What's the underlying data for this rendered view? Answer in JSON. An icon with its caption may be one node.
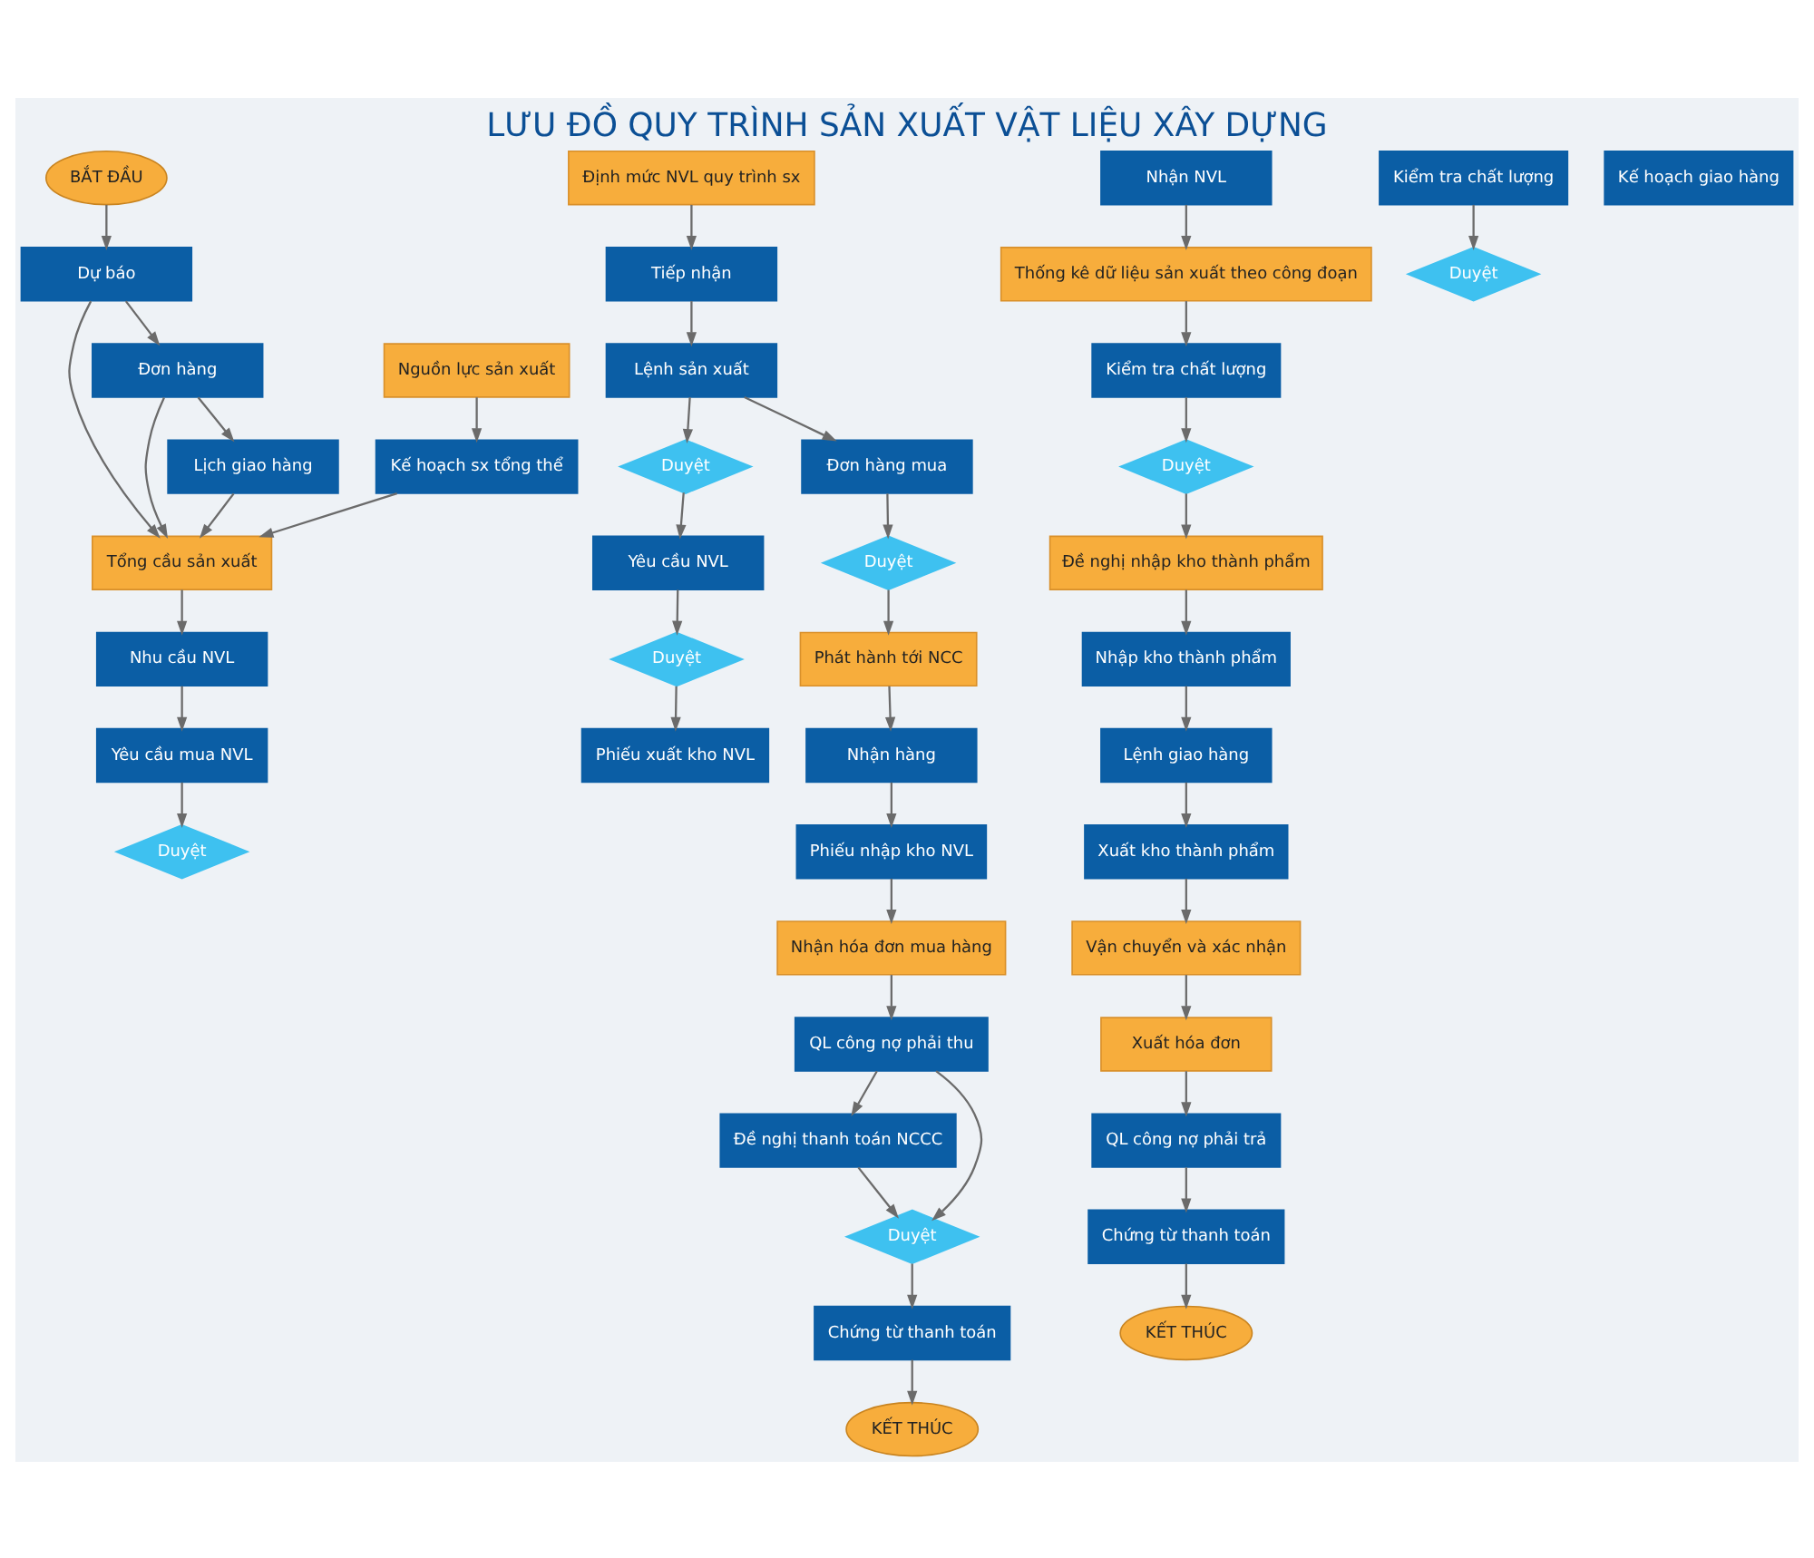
{
  "diagram": {
    "title": "LƯU ĐỒ QUY TRÌNH SẢN XUẤT VẬT LIỆU XÂY DỰNG",
    "nodes": [
      {
        "text": [
          "BẮT ĐẦU"
        ]
      },
      {
        "text": [
          "Nguồn lực sản xuất"
        ]
      },
      {
        "text": [
          "Định mức NVL quy trình sx"
        ]
      },
      {
        "text": [
          "Yêu cầu NVL"
        ]
      },
      {
        "text": [
          "Duyệt"
        ]
      },
      {
        "text": [
          "Phiếu xuất kho NVL"
        ]
      },
      {
        "text": [
          "Kế hoạch sx tổng thể"
        ]
      },
      {
        "text": [
          "Tiếp nhận"
        ]
      },
      {
        "text": [
          "Nhận NVL"
        ]
      },
      {
        "text": [
          "KẾT THÚC"
        ]
      },
      {
        "text": [
          "Dự báo"
        ]
      },
      {
        "text": [
          "Tổng cầu sản xuất"
        ]
      },
      {
        "text": [
          "Lệnh sản xuất"
        ]
      },
      {
        "text": [
          "Duyệt"
        ]
      },
      {
        "text": [
          "Thống kê dữ liệu sản xuất theo công đoạn"
        ]
      },
      {
        "text": [
          "Đơn hàng"
        ]
      },
      {
        "text": [
          "Chứng từ thanh toán"
        ]
      },
      {
        "text": [
          "Nhu cầu NVL"
        ]
      },
      {
        "text": [
          "Đơn hàng mua"
        ]
      },
      {
        "text": [
          "Nhận hàng"
        ]
      },
      {
        "text": [
          "Kiểm tra chất lượng"
        ]
      },
      {
        "text": [
          "Kiểm tra chất lượng"
        ]
      },
      {
        "text": [
          "Lịch giao hàng"
        ]
      },
      {
        "text": [
          "QL công nợ phải trả"
        ]
      },
      {
        "text": [
          "Yêu cầu mua NVL"
        ]
      },
      {
        "text": [
          "Duyệt"
        ]
      },
      {
        "text": [
          "Duyệt"
        ]
      },
      {
        "text": [
          "Duyệt"
        ]
      },
      {
        "text": [
          "Duyệt"
        ]
      },
      {
        "text": [
          "Phát hành tới NCC"
        ]
      },
      {
        "text": [
          "Phiếu nhập kho NVL"
        ]
      },
      {
        "text": [
          "Xuất hóa đơn"
        ]
      },
      {
        "text": [
          "Nhận hóa đơn mua hàng"
        ]
      },
      {
        "text": [
          "Nhập kho thành phẩm"
        ]
      },
      {
        "text": [
          "Đề nghị nhập kho thành phẩm"
        ]
      },
      {
        "text": [
          "Kế hoạch giao hàng"
        ]
      },
      {
        "text": [
          "QL công nợ phải thu"
        ]
      },
      {
        "text": [
          "Đề nghị thanh toán NCCC"
        ]
      },
      {
        "text": [
          "Lệnh giao hàng"
        ]
      },
      {
        "text": [
          "Duyệt"
        ]
      },
      {
        "text": [
          "Xuất kho thành phẩm"
        ]
      },
      {
        "text": [
          "Chứng từ thanh toán"
        ]
      },
      {
        "text": [
          "KẾT THÚC"
        ]
      },
      {
        "text": [
          "Vận chuyển và xác nhận"
        ]
      }
    ],
    "edges": [
      {
        "from": 0,
        "to": 10,
        "arrow": "to"
      },
      {
        "from": 10,
        "to": 15,
        "arrow": "to"
      },
      {
        "from": 15,
        "to": 22,
        "arrow": "to"
      },
      {
        "from": 10,
        "to": 11,
        "arrow": "to"
      },
      {
        "from": 15,
        "to": 11,
        "arrow": "to"
      },
      {
        "from": 22,
        "to": 11,
        "arrow": "to"
      },
      {
        "from": 1,
        "to": 6,
        "arrow": "to"
      },
      {
        "from": 6,
        "to": 11,
        "arrow": "to"
      },
      {
        "from": 11,
        "to": 17,
        "arrow": "to"
      },
      {
        "from": 17,
        "to": 24,
        "arrow": "to"
      },
      {
        "from": 24,
        "to": 28,
        "arrow": "to"
      },
      {
        "from": 2,
        "to": 7,
        "arrow": "to"
      },
      {
        "from": 7,
        "to": 12,
        "arrow": "to"
      },
      {
        "from": 12,
        "to": 18,
        "arrow": "to"
      },
      {
        "from": 18,
        "to": 25,
        "arrow": "to"
      },
      {
        "from": 25,
        "to": 29,
        "arrow": "to"
      },
      {
        "from": 12,
        "to": 13,
        "arrow": "to"
      },
      {
        "from": 13,
        "to": 3,
        "arrow": "to"
      },
      {
        "from": 3,
        "to": 4,
        "arrow": "to"
      },
      {
        "from": 4,
        "to": 5,
        "arrow": "to"
      },
      {
        "from": 29,
        "to": 19,
        "arrow": "to"
      },
      {
        "from": 19,
        "to": 30,
        "arrow": "to"
      },
      {
        "from": 30,
        "to": 32,
        "arrow": "to"
      },
      {
        "from": 20,
        "to": 26,
        "arrow": "to"
      },
      {
        "from": 8,
        "to": 14,
        "arrow": "to"
      },
      {
        "from": 14,
        "to": 21,
        "arrow": "to"
      },
      {
        "from": 21,
        "to": 27,
        "arrow": "to"
      },
      {
        "from": 27,
        "to": 34,
        "arrow": "to"
      },
      {
        "from": 34,
        "to": 33,
        "arrow": "to"
      },
      {
        "from": 33,
        "to": 38,
        "arrow": "to"
      },
      {
        "from": 38,
        "to": 40,
        "arrow": "to"
      },
      {
        "from": 40,
        "to": 43,
        "arrow": "to"
      },
      {
        "from": 43,
        "to": 31,
        "arrow": "to"
      },
      {
        "from": 31,
        "to": 23,
        "arrow": "to"
      },
      {
        "from": 23,
        "to": 16,
        "arrow": "to"
      },
      {
        "from": 16,
        "to": 9,
        "arrow": "to"
      },
      {
        "from": 32,
        "to": 36,
        "arrow": "to"
      },
      {
        "from": 36,
        "to": 37,
        "arrow": "to"
      },
      {
        "from": 36,
        "to": 39,
        "arrow": "to"
      },
      {
        "from": 37,
        "to": 39,
        "arrow": "to"
      },
      {
        "from": 39,
        "to": 41,
        "arrow": "to"
      },
      {
        "from": 41,
        "to": 42,
        "arrow": "to"
      }
    ]
  }
}
